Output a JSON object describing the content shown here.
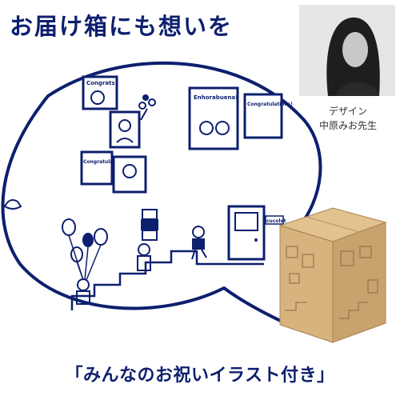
{
  "headline": "お届け箱にも想いを",
  "designer": {
    "role": "デザイン",
    "name": "中原みお先生"
  },
  "footer_caption": "「みんなのお祝いイラスト付き」",
  "illustration": {
    "cards": [
      "Congrats!",
      "Enhorabuena!",
      "Congratulations!",
      "Congratulations!"
    ],
    "shop_sign": "cucolet"
  },
  "colors": {
    "ink": "#0d1f6e",
    "background": "#ffffff",
    "cardboard": "#d2ad78"
  }
}
